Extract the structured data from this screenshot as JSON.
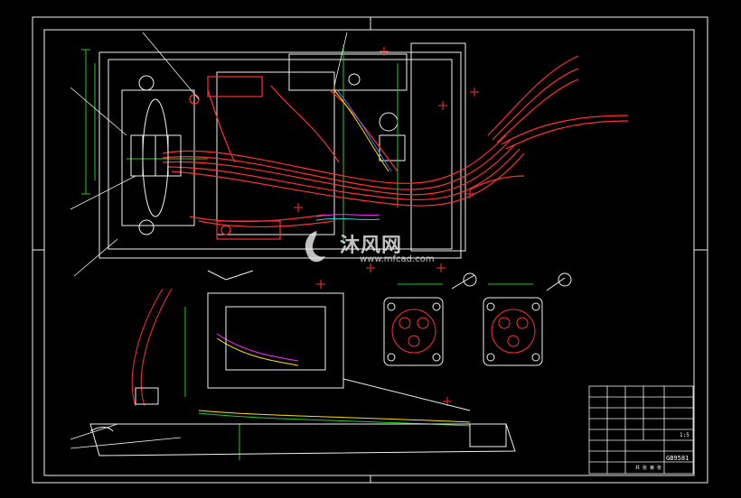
{
  "watermark": {
    "brand": "沐风网",
    "url": "www.mfcad.com"
  },
  "title_block": {
    "drawing_no": "GB9581",
    "scale": "1:5",
    "sheet": "共 张 第 张"
  },
  "colors": {
    "red": "#ff3030",
    "white": "#f2f2f2",
    "green": "#22cc22",
    "yellow": "#ffe000",
    "blue": "#3a78ff",
    "magenta": "#ff30ff",
    "cyan": "#22dddd"
  }
}
